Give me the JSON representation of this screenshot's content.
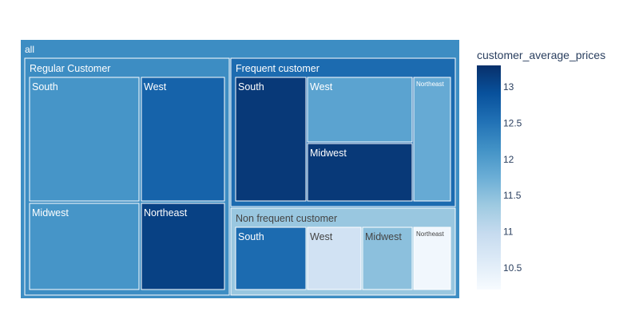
{
  "chart_data": {
    "type": "treemap",
    "colorbar_title": "customer_average_prices",
    "colorbar_ticks": [
      "13",
      "12.5",
      "12",
      "11.5",
      "11",
      "10.5"
    ],
    "colorbar_range": [
      10.2,
      13.3
    ],
    "colorscale": [
      "#f7fbff",
      "#deebf7",
      "#c6dbef",
      "#9ecae1",
      "#6baed6",
      "#4292c6",
      "#2171b5",
      "#08519c",
      "#08306b"
    ],
    "root": {
      "label": "all",
      "value": 12.2,
      "children": [
        {
          "label": "Regular Customer",
          "value": 12.2,
          "children": [
            {
              "label": "South",
              "value": 12.1
            },
            {
              "label": "West",
              "value": 12.7
            },
            {
              "label": "Midwest",
              "value": 12.1
            },
            {
              "label": "Northeast",
              "value": 13.1
            }
          ]
        },
        {
          "label": "Frequent customer",
          "value": 12.6,
          "children": [
            {
              "label": "South",
              "value": 13.2
            },
            {
              "label": "West",
              "value": 11.9
            },
            {
              "label": "Midwest",
              "value": 13.2
            },
            {
              "label": "Northeast",
              "value": 11.8
            }
          ]
        },
        {
          "label": "Non frequent customer",
          "value": 11.4,
          "children": [
            {
              "label": "South",
              "value": 12.6
            },
            {
              "label": "West",
              "value": 10.8
            },
            {
              "label": "Midwest",
              "value": 11.5
            },
            {
              "label": "Northeast",
              "value": 10.3
            }
          ]
        }
      ]
    }
  }
}
